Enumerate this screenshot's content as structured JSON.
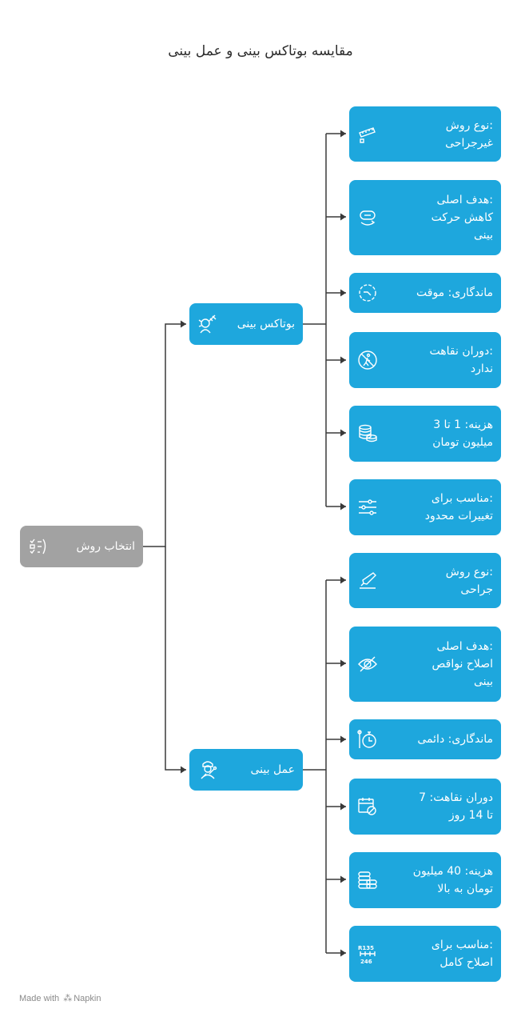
{
  "title": "مقایسه بوتاکس بینی و عمل بینی",
  "root": {
    "label": "انتخاب روش",
    "icon": "decision-list-icon"
  },
  "branches": [
    {
      "label": "بوتاکس بینی",
      "icon": "injection-face-icon",
      "items": [
        {
          "text": ":نوع روش\nغیرجراحی",
          "icon": "ruler-icon"
        },
        {
          "text": ":هدف اصلی\nکاهش حرکت\nبینی",
          "icon": "motion-icon"
        },
        {
          "text": "ماندگاری: موقت",
          "icon": "clock-icon"
        },
        {
          "text": ":دوران نقاهت\nندارد",
          "icon": "no-walking-icon"
        },
        {
          "text": "هزینه: 1 تا 3\nمیلیون تومان",
          "icon": "coins-icon"
        },
        {
          "text": ":مناسب برای\nتغییرات محدود",
          "icon": "sliders-icon"
        }
      ]
    },
    {
      "label": "عمل بینی",
      "icon": "surgeon-icon",
      "items": [
        {
          "text": ":نوع روش\nجراحی",
          "icon": "scalpel-icon"
        },
        {
          "text": ":هدف اصلی\nاصلاح نواقص\nبینی",
          "icon": "eye-slash-icon"
        },
        {
          "text": "ماندگاری: دائمی",
          "icon": "stopwatch-icon"
        },
        {
          "text": "دوران نقاهت: 7\nتا 14 روز",
          "icon": "calendar-blocked-icon"
        },
        {
          "text": "هزینه: 40 میلیون\nتومان به بالا",
          "icon": "coin-stack-icon"
        },
        {
          "text": ":مناسب برای\nاصلاح کامل",
          "icon": "gear-shift-icon"
        }
      ]
    }
  ],
  "footer": {
    "made_with": "Made with",
    "brand": "Napkin"
  }
}
